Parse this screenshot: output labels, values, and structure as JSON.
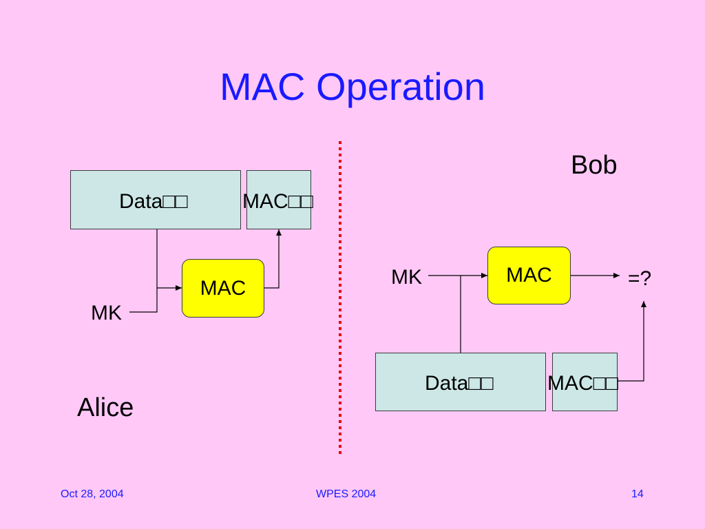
{
  "slide": {
    "title": "MAC Operation",
    "left_party": "Alice",
    "right_party": "Bob"
  },
  "alice": {
    "data_label": "Data□□",
    "mac_field_label": "MAC□□",
    "mac_fn_label": "MAC",
    "key_label": "MK"
  },
  "bob": {
    "data_label": "Data□□",
    "mac_field_label": "MAC□□",
    "mac_fn_label": "MAC",
    "key_label": "MK",
    "compare_label": "=?"
  },
  "footer": {
    "date": "Oct 28, 2004",
    "event": "WPES 2004",
    "page": "14"
  },
  "colors": {
    "background": "#ffc8f7",
    "title": "#1a1aff",
    "data_box": "#cce7e6",
    "mac_function": "#ffff00",
    "divider": "#e60000"
  }
}
